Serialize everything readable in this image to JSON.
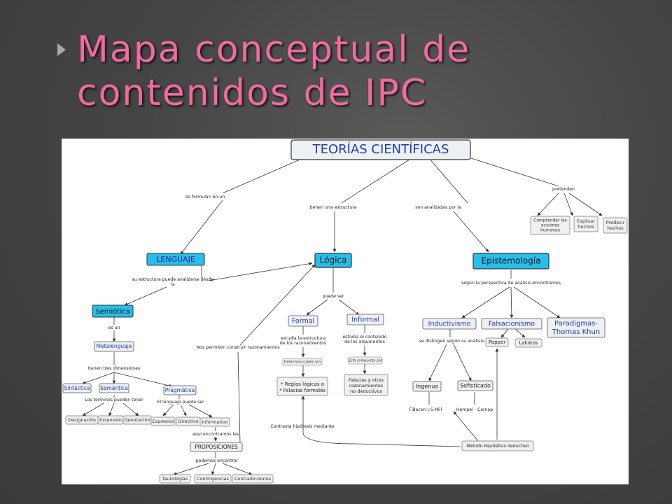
{
  "title": {
    "line1": "Mapa conceptual de",
    "line2": "contenidos de  IPC"
  },
  "map": {
    "root": "TEORÍAS CIENTÍFICAS",
    "lenguaje": "LENGUAJE",
    "logica": "Lógica",
    "epistemologia": "Epistemología",
    "semiotica": "Semiótica",
    "metalenguaje": "Metalenguaje",
    "sintactica": "Sintáctica",
    "semantica": "Semántica",
    "pragmatica": "Pragmática",
    "designacion": "Designación",
    "extension": "Extensión",
    "denotacion": "Denotación",
    "expresivo": "Expresivo",
    "directivo": "Directivo",
    "informativo": "Informativo",
    "proposiciones": "PROPOSICIONES",
    "tautologias": "Tautologías",
    "contingencias": "Contingencias",
    "contradicciones": "Contradicciones",
    "formal": "Formal",
    "informal": "Informal",
    "determina": "Determina cuáles son",
    "reglas1": "* Reglas lógicas o",
    "reglas2": "* Falacias formales",
    "compuesta": "Está compuesta por",
    "falacias1": "Falacias y otros",
    "falacias2": "razonamientos",
    "falacias3": "no deductivos",
    "inductivismo": "Inductivismo",
    "falsacionismo": "Falsacionismo",
    "paradigmas1": "Paradigmas-",
    "paradigmas2": "Thomas Khun",
    "popper": "Popper",
    "lakatos": "Lakatos",
    "ingenuo": "Ingenuo",
    "sofisticado": "Sofisticado",
    "bacon": "F.Bacon-J.S.Mill",
    "hempel": "Hempel - Carnap",
    "metodo": "Método Hipotético deductivo",
    "comprender1": "Comprender las",
    "comprender2": "acciones",
    "comprender3": "humanas",
    "explicar1": "Explicar",
    "explicar2": "hechos",
    "predecir1": "Predecir",
    "predecir2": "hechos",
    "l_formulan": "se formulan en un",
    "l_estructura": "tienen una estructura",
    "l_analizadas": "son analizadas por la",
    "l_pretenden": "pretenden",
    "l_analizarse1": "su estructura puede analizarse desde",
    "l_analizarse2": "la",
    "l_esun": "es un",
    "l_tienentres": "tienen tres dimensiones",
    "l_terminos": "Los términos pueden tener",
    "l_lenguaje": "El lenguaje puede ser",
    "l_aqui": "aquí encontramos las",
    "l_podemos": "podemos encontrar",
    "l_permiten": "Nos permiten construir razonamientos",
    "l_puedeser": "puede ser",
    "l_estudia1a": "estudia la estructura",
    "l_estudia1b": "de los razonamientos",
    "l_estudia2a": "estudia el contenido",
    "l_estudia2b": "de los argumentos",
    "l_perspectiva": "según la perspectiva de análisis encontramos",
    "l_distingen": "se distingen según su análisis",
    "l_contrasta": "Contrasta hipótesis mediante"
  },
  "colors": {
    "title": "#f06ba0",
    "highlight_fill": "#25bfe9",
    "blue_text": "#1f3fb0",
    "box_fill": "#eef0f2"
  }
}
